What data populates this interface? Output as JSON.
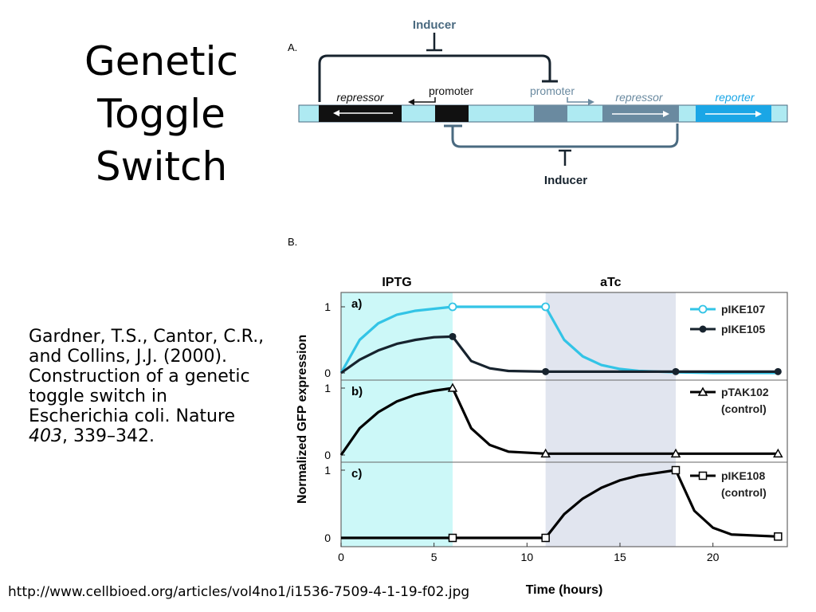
{
  "slide": {
    "title_lines": [
      "Genetic",
      "Toggle",
      "Switch"
    ],
    "citation": {
      "authors": "Gardner, T.S., Cantor, C.R., and Collins, J.J. (2000). Construction of a genetic toggle switch in Escherichia coli. Nature",
      "volume": "403",
      "pages": ", 339–342."
    },
    "url": "http://www.cellbioed.org/articles/vol4no1/i1536-7509-4-1-19-f02.jpg"
  },
  "panel_a": {
    "label": "A.",
    "inducer_top": "Inducer",
    "inducer_bottom": "Inducer",
    "segments": [
      {
        "label": "repressor",
        "color": "#111111"
      },
      {
        "label": "promoter",
        "color": "#111111"
      },
      {
        "label": "promoter",
        "color": "#6a8aa0"
      },
      {
        "label": "repressor",
        "color": "#6a8aa0"
      },
      {
        "label": "reporter",
        "color": "#1aa6e6"
      }
    ],
    "colors": {
      "backbone": "#aeeaf2",
      "dark": "#111111",
      "grey": "#6a8aa0",
      "reporter": "#1aa6e6",
      "wire": "#4a6a80"
    }
  },
  "chart_data": {
    "type": "line",
    "panel_label": "B.",
    "xlabel": "Time (hours)",
    "ylabel": "Normalized GFP expression",
    "xlim": [
      0,
      24
    ],
    "x_ticks": [
      "0",
      "5",
      "10",
      "15",
      "20"
    ],
    "shaded_regions": [
      {
        "label": "IPTG",
        "x": [
          0,
          6
        ],
        "color": "#ccf8f8"
      },
      {
        "label": "aTc",
        "x": [
          11,
          18
        ],
        "color": "#e1e5ef"
      }
    ],
    "subplots": [
      {
        "label": "a)",
        "ylim": [
          0,
          1
        ],
        "y_ticks": [
          "0",
          "1"
        ],
        "series": [
          {
            "name": "pIKE107",
            "color": "#33c4e6",
            "marker": "open-circle",
            "x": [
              0,
              1,
              2,
              3,
              4,
              5,
              6,
              8,
              11,
              12,
              13,
              14,
              15,
              16,
              18,
              20,
              23.5
            ],
            "y": [
              0.0,
              0.5,
              0.75,
              0.88,
              0.94,
              0.97,
              1.0,
              1.0,
              1.0,
              0.5,
              0.25,
              0.12,
              0.06,
              0.03,
              0.01,
              0.0,
              0.0
            ],
            "marker_x": [
              6,
              11
            ]
          },
          {
            "name": "pIKE105",
            "color": "#17232e",
            "marker": "filled-circle",
            "x": [
              0,
              1,
              2,
              3,
              4,
              5,
              6,
              7,
              8,
              9,
              11,
              15,
              18,
              23.5
            ],
            "y": [
              0.0,
              0.2,
              0.34,
              0.44,
              0.5,
              0.54,
              0.55,
              0.18,
              0.07,
              0.03,
              0.02,
              0.02,
              0.02,
              0.02
            ],
            "marker_x": [
              6,
              11,
              18,
              23.5
            ]
          }
        ]
      },
      {
        "label": "b)",
        "ylim": [
          0,
          1
        ],
        "y_ticks": [
          "0",
          "1"
        ],
        "series": [
          {
            "name": "pTAK102",
            "subtitle": "(control)",
            "color": "#000000",
            "marker": "open-triangle",
            "x": [
              0,
              1,
              2,
              3,
              4,
              5,
              6,
              7,
              8,
              9,
              11,
              18,
              23.5
            ],
            "y": [
              0.0,
              0.4,
              0.64,
              0.8,
              0.9,
              0.96,
              1.0,
              0.4,
              0.15,
              0.05,
              0.02,
              0.02,
              0.02
            ],
            "marker_x": [
              6,
              11,
              18,
              23.5
            ]
          }
        ]
      },
      {
        "label": "c)",
        "ylim": [
          0,
          1
        ],
        "y_ticks": [
          "0",
          "1"
        ],
        "series": [
          {
            "name": "pIKE108",
            "subtitle": "(control)",
            "color": "#000000",
            "marker": "open-square",
            "x": [
              0,
              6,
              11,
              12,
              13,
              14,
              15,
              16,
              17,
              18,
              19,
              20,
              21,
              23.5
            ],
            "y": [
              0.0,
              0.0,
              0.0,
              0.35,
              0.58,
              0.74,
              0.85,
              0.92,
              0.96,
              1.0,
              0.4,
              0.15,
              0.05,
              0.02
            ],
            "marker_x": [
              6,
              11,
              18,
              23.5
            ]
          }
        ]
      }
    ]
  }
}
